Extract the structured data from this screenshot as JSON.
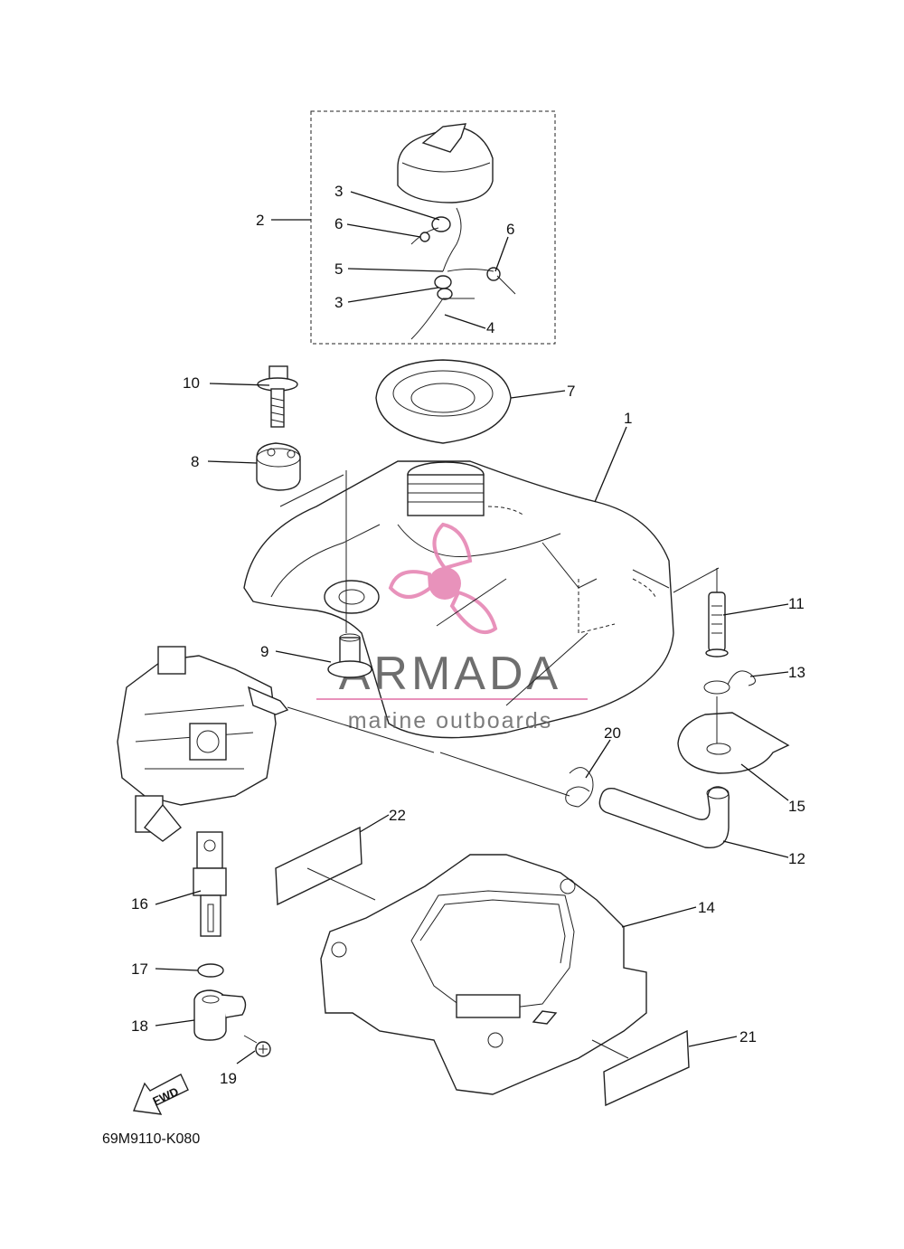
{
  "diagram_code": "69M9110-K080",
  "watermark": {
    "brand": "ARMADA",
    "tagline": "marine outboards",
    "accent_color": "#e47fb0"
  },
  "direction_label": "FWD",
  "callouts": [
    "1",
    "2",
    "3",
    "3",
    "4",
    "5",
    "6",
    "6",
    "7",
    "8",
    "9",
    "10",
    "11",
    "12",
    "13",
    "14",
    "15",
    "16",
    "17",
    "18",
    "19",
    "20",
    "21",
    "22"
  ]
}
